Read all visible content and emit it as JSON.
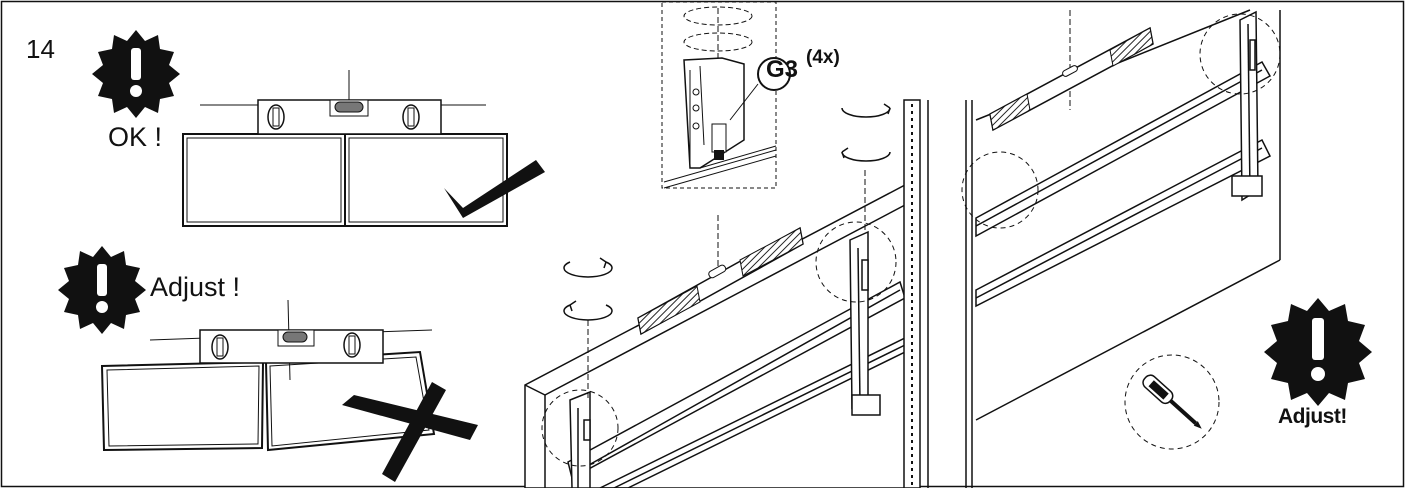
{
  "step_number": "14",
  "callouts": {
    "ok": "OK !",
    "adjust_left": "Adjust !",
    "adjust_right": "Adjust!"
  },
  "part": {
    "id": "G3",
    "quantity": "(4x)"
  },
  "icons": [
    "warning-burst-icon",
    "checkmark-icon",
    "cross-icon",
    "screwdriver-icon",
    "rotate-arrows-icon",
    "spirit-level-icon"
  ]
}
